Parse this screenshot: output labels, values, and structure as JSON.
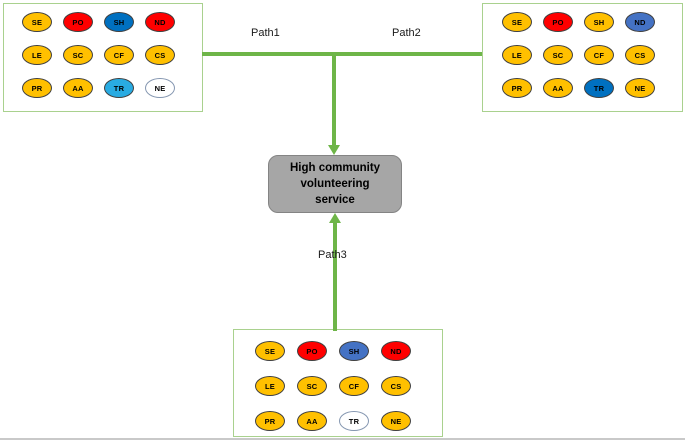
{
  "colors": {
    "line_green": "#6EB548",
    "box_border_green": "#A9D18E",
    "center_fill": "#A6A6A6",
    "center_border": "#848484",
    "node_border": "#3F3F3F",
    "white_node_border": "#8496B0",
    "gold": "#FFC000",
    "red": "#FF0000",
    "dark_blue": "#0070C0",
    "slate_blue": "#4472C4",
    "light_blue": "#29ABE2",
    "white": "#FFFFFF"
  },
  "labels": {
    "path1": "Path1",
    "path2": "Path2",
    "path3": "Path3"
  },
  "center_box": {
    "text": "High community volunteering service"
  },
  "clusters": [
    {
      "id": "top-left",
      "nodes": [
        {
          "label": "SE",
          "color": "gold"
        },
        {
          "label": "PO",
          "color": "red"
        },
        {
          "label": "SH",
          "color": "dark_blue"
        },
        {
          "label": "ND",
          "color": "red"
        },
        {
          "label": "LE",
          "color": "gold"
        },
        {
          "label": "SC",
          "color": "gold"
        },
        {
          "label": "CF",
          "color": "gold"
        },
        {
          "label": "CS",
          "color": "gold"
        },
        {
          "label": "PR",
          "color": "gold"
        },
        {
          "label": "AA",
          "color": "gold"
        },
        {
          "label": "TR",
          "color": "light_blue"
        },
        {
          "label": "NE",
          "color": "white"
        }
      ]
    },
    {
      "id": "top-right",
      "nodes": [
        {
          "label": "SE",
          "color": "gold"
        },
        {
          "label": "PO",
          "color": "red"
        },
        {
          "label": "SH",
          "color": "gold"
        },
        {
          "label": "ND",
          "color": "slate_blue"
        },
        {
          "label": "LE",
          "color": "gold"
        },
        {
          "label": "SC",
          "color": "gold"
        },
        {
          "label": "CF",
          "color": "gold"
        },
        {
          "label": "CS",
          "color": "gold"
        },
        {
          "label": "PR",
          "color": "gold"
        },
        {
          "label": "AA",
          "color": "gold"
        },
        {
          "label": "TR",
          "color": "dark_blue"
        },
        {
          "label": "NE",
          "color": "gold"
        }
      ]
    },
    {
      "id": "bottom",
      "nodes": [
        {
          "label": "SE",
          "color": "gold"
        },
        {
          "label": "PO",
          "color": "red"
        },
        {
          "label": "SH",
          "color": "slate_blue"
        },
        {
          "label": "ND",
          "color": "red"
        },
        {
          "label": "LE",
          "color": "gold"
        },
        {
          "label": "SC",
          "color": "gold"
        },
        {
          "label": "CF",
          "color": "gold"
        },
        {
          "label": "CS",
          "color": "gold"
        },
        {
          "label": "PR",
          "color": "gold"
        },
        {
          "label": "AA",
          "color": "gold"
        },
        {
          "label": "TR",
          "color": "white"
        },
        {
          "label": "NE",
          "color": "gold"
        }
      ]
    }
  ]
}
